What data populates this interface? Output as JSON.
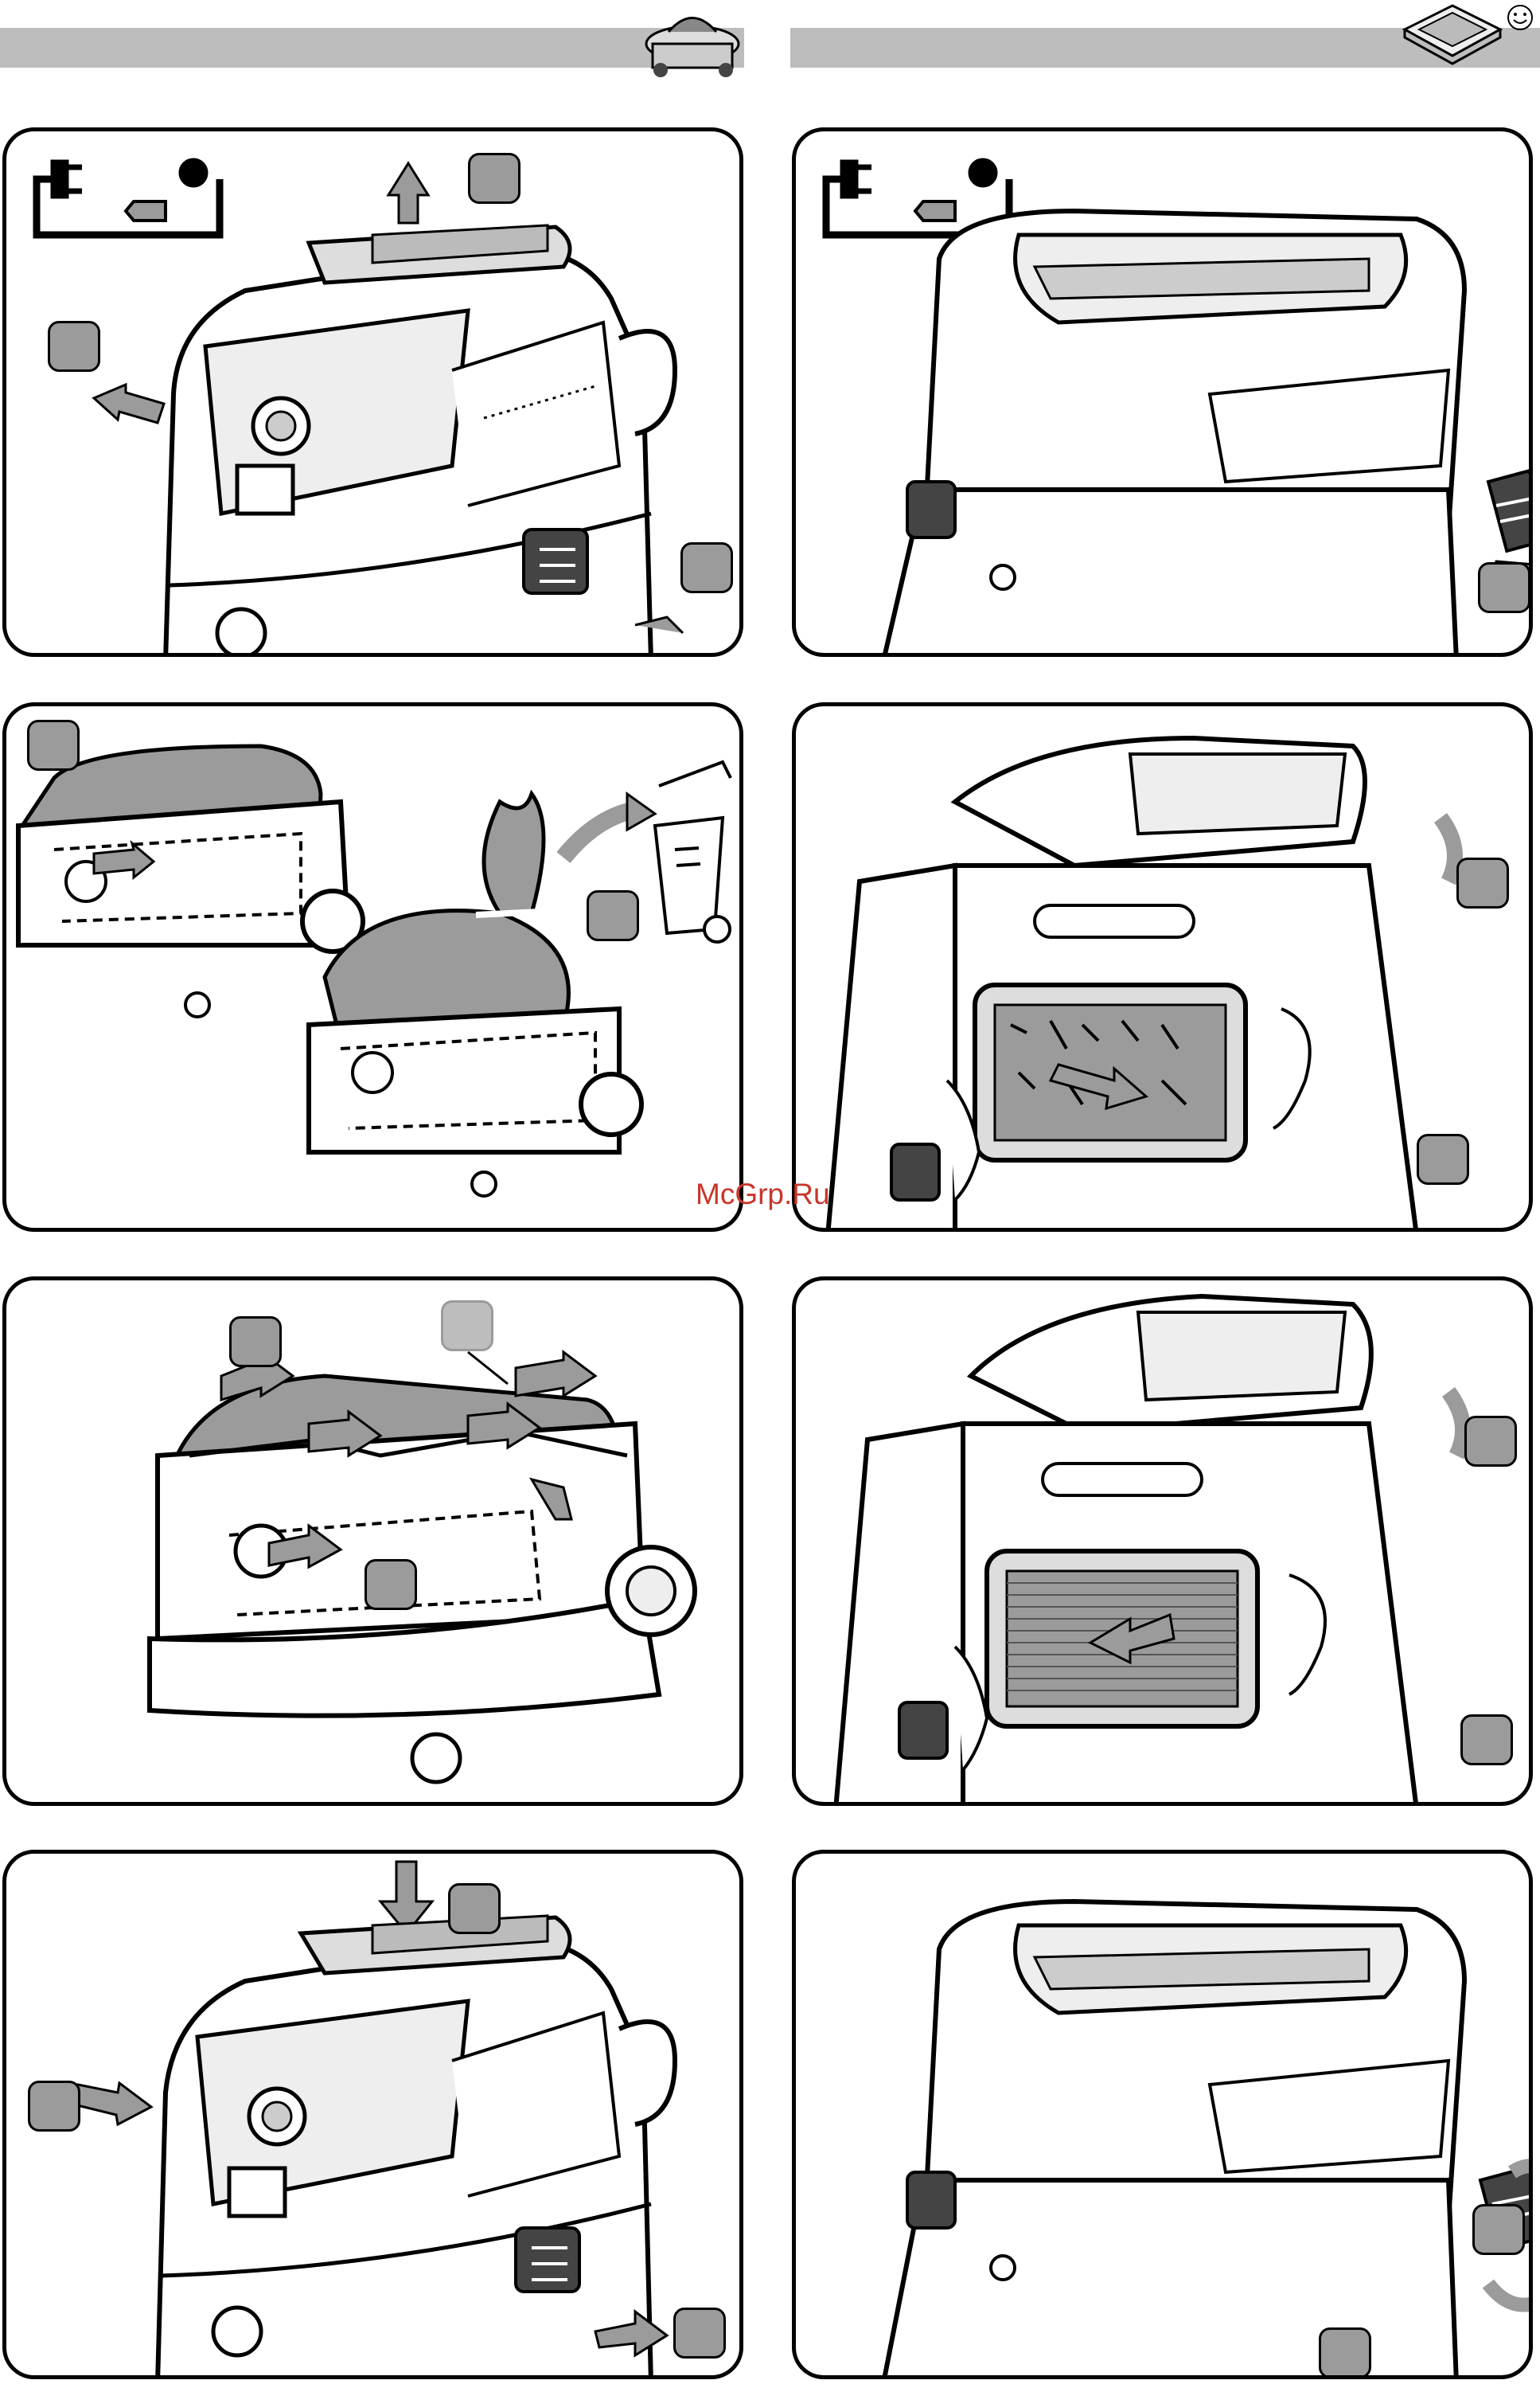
{
  "header": {
    "left_icon": "vacuum-bag-icon",
    "right_icon": "filter-cartridge-icon",
    "smiley_icon": "smiley-icon"
  },
  "watermark": {
    "text": "McGrp.Ru"
  },
  "panels": [
    {
      "id": "unplug-open-lid",
      "icons": [
        "unplug-icon",
        "arrow-up-icon",
        "arrow-left-icon",
        "latch-icon"
      ]
    },
    {
      "id": "unplug-remove-filter-cassette",
      "icons": [
        "unplug-icon",
        "hand-icon",
        "arrow-icon"
      ]
    },
    {
      "id": "remove-dispose-bag",
      "icons": [
        "dust-bag-icon",
        "trash-bin-icon",
        "curved-arrow-icon"
      ]
    },
    {
      "id": "lift-remove-filter",
      "icons": [
        "hand-icon",
        "filter-icon",
        "curved-arrow-icon"
      ]
    },
    {
      "id": "insert-new-bag",
      "icons": [
        "dust-bag-icon",
        "arrow-icon"
      ]
    },
    {
      "id": "insert-new-filter",
      "icons": [
        "hand-icon",
        "filter-icon",
        "curved-arrow-icon"
      ]
    },
    {
      "id": "close-lid",
      "icons": [
        "arrow-down-icon",
        "arrow-right-icon",
        "latch-icon"
      ]
    },
    {
      "id": "insert-filter-cassette",
      "icons": [
        "hand-icon",
        "curved-arrow-icon"
      ]
    }
  ],
  "colors": {
    "badge": "#9b9b9b",
    "bar": "#bdbdbd",
    "watermark": "#c8362a"
  }
}
